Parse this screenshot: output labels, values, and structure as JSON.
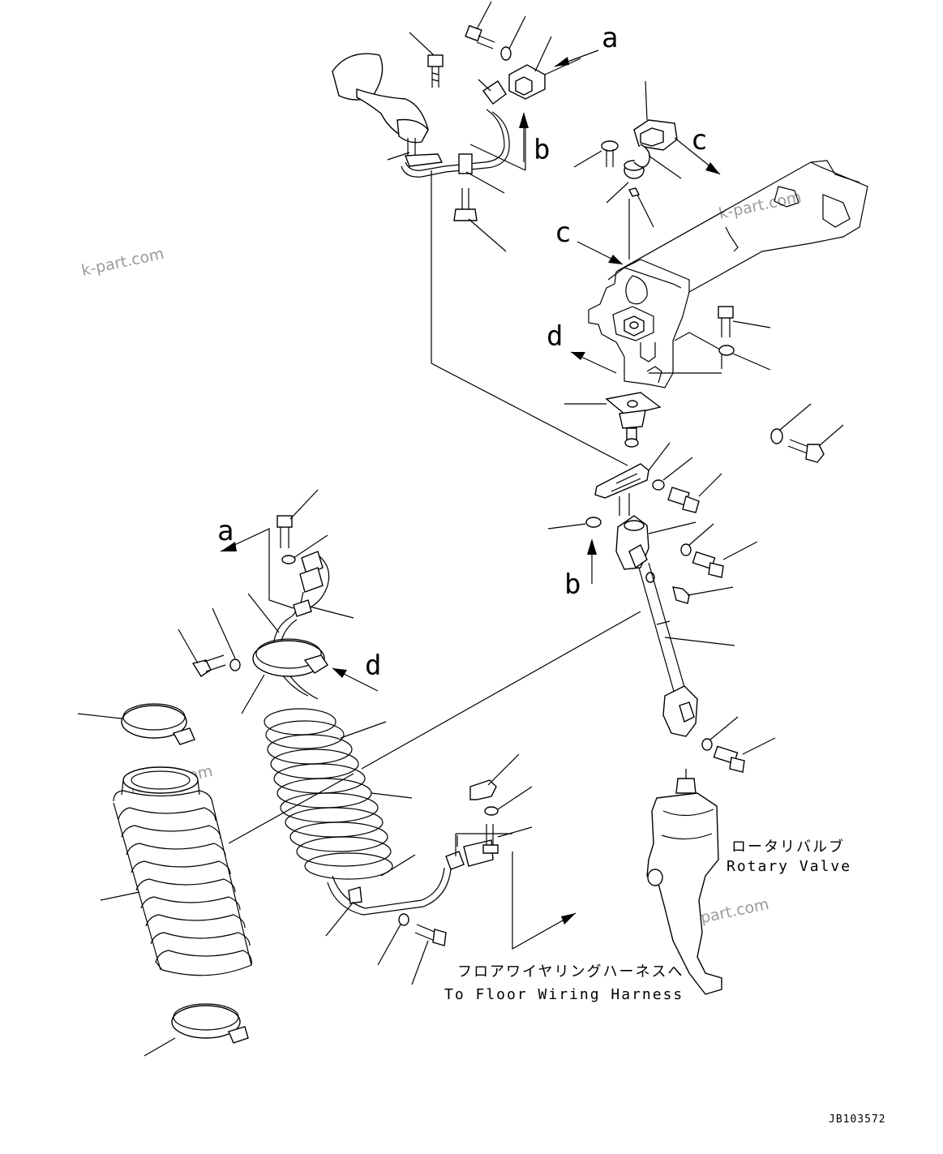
{
  "diagram": {
    "drawing_code": "JB103572",
    "watermark": "k-part.com",
    "view_labels": {
      "a": "a",
      "b": "b",
      "c": "c",
      "d": "d"
    },
    "captions": {
      "rotary_valve_jp": "ロータリバルブ",
      "rotary_valve_en": "Rotary Valve",
      "floor_harness_jp": "フロアワイヤリングハーネスへ",
      "floor_harness_en": "To Floor Wiring Harness"
    }
  }
}
